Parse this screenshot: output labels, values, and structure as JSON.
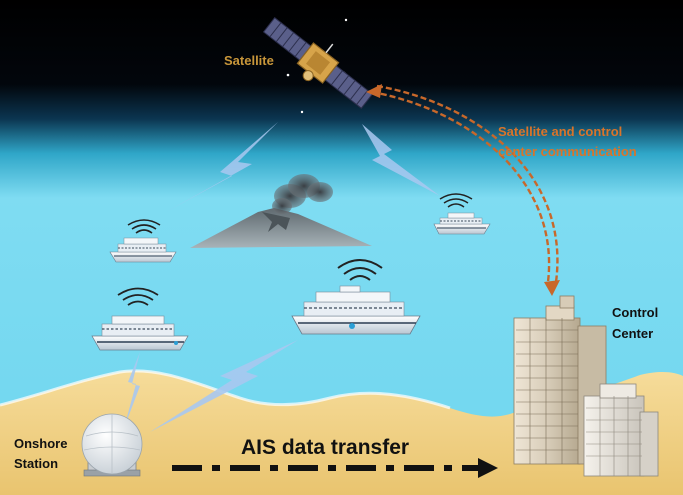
{
  "labels": {
    "satellite": "Satellite",
    "satellite_comm_line1": "Satellite and control",
    "satellite_comm_line2": "center communication",
    "control_center_line1": "Control",
    "control_center_line2": "Center",
    "onshore_line1": "Onshore",
    "onshore_line2": "Station",
    "ais_transfer": "AIS data transfer"
  },
  "colors": {
    "sky_top": "#000000",
    "sky_mid": "#0a2f4a",
    "sea": "#5fd0ee",
    "sea_light": "#9ae6f6",
    "sand": "#f2d48a",
    "signal": "#a9c8f0",
    "comm_arrow": "#c8682a",
    "satellite_label": "#c8963a",
    "comm_label": "#d9742a"
  },
  "icons": [
    "satellite-icon",
    "volcano-icon",
    "ship-icon",
    "building-icon",
    "radar-dome-icon",
    "signal-waves-icon",
    "lightning-signal-icon",
    "dashed-arrow-icon"
  ]
}
